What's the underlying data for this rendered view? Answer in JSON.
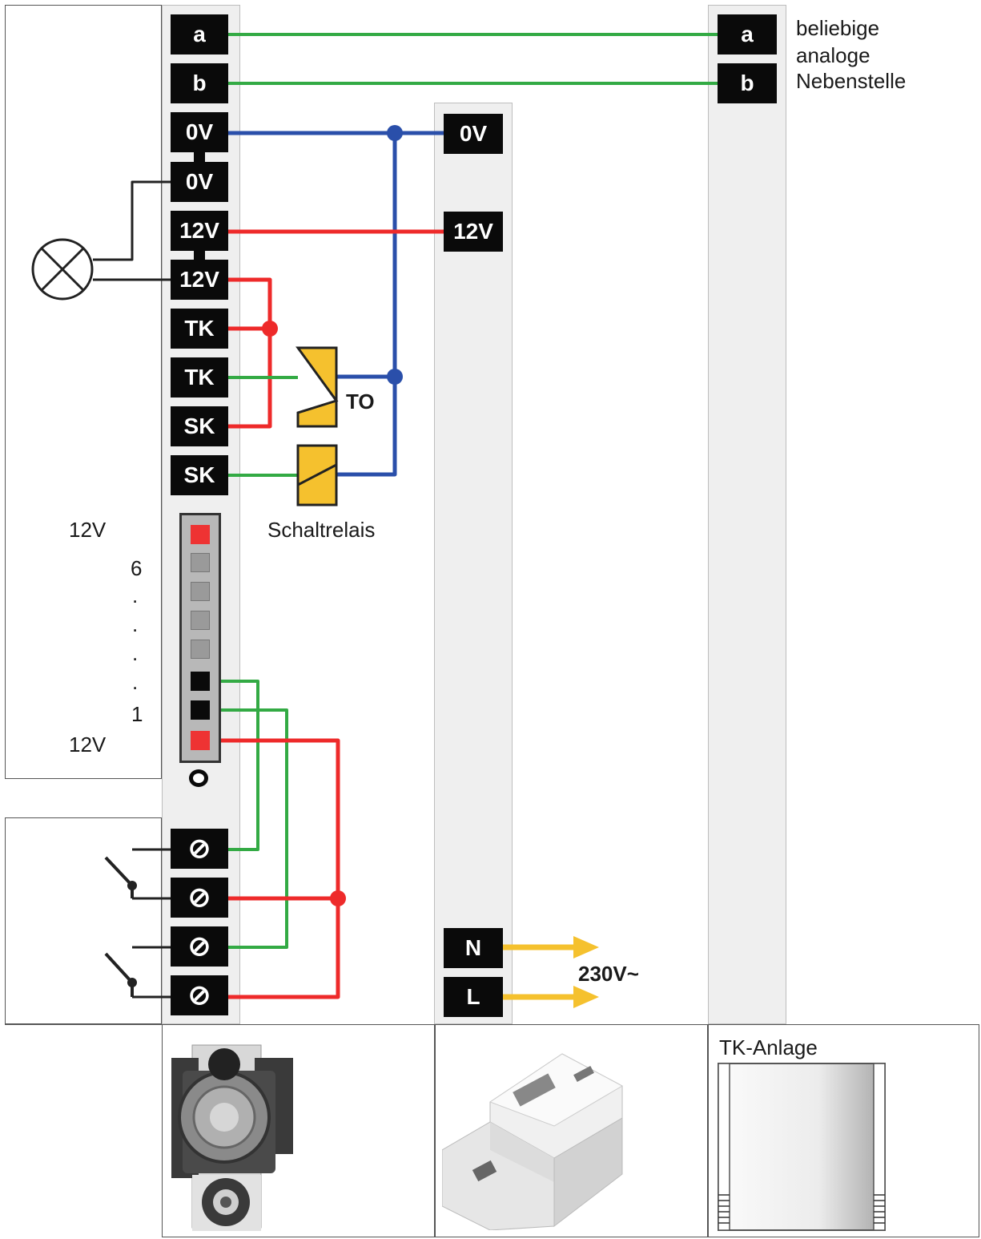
{
  "door_station": {
    "terminals": [
      "a",
      "b",
      "0V",
      "0V",
      "12V",
      "12V",
      "TK",
      "TK",
      "SK",
      "SK"
    ],
    "left_box": {
      "top_label": "12V",
      "count_top": "6",
      "dots": [
        ".",
        ".",
        ".",
        "."
      ],
      "count_bottom": "1",
      "bottom_label": "12V"
    },
    "screw_symbol": "⊘"
  },
  "power_supply": {
    "terminals": [
      "0V",
      "12V",
      "N",
      "L"
    ],
    "mains_label": "230V~"
  },
  "pbx": {
    "terminals": [
      "a",
      "b"
    ],
    "extension_label": [
      "beliebige",
      "analoge",
      "Nebenstelle"
    ],
    "photo_label": "TK-Anlage"
  },
  "relays": {
    "to_label": "TO",
    "relay_label": "Schaltrelais"
  },
  "colors": {
    "green": "#33aa44",
    "blue": "#2a4faa",
    "red": "#ee2a2a",
    "black": "#222222",
    "yellow": "#f5c12e",
    "arrow": "#f5c12e",
    "led_red": "#ee3333",
    "led_grey": "#9a9a9a"
  }
}
